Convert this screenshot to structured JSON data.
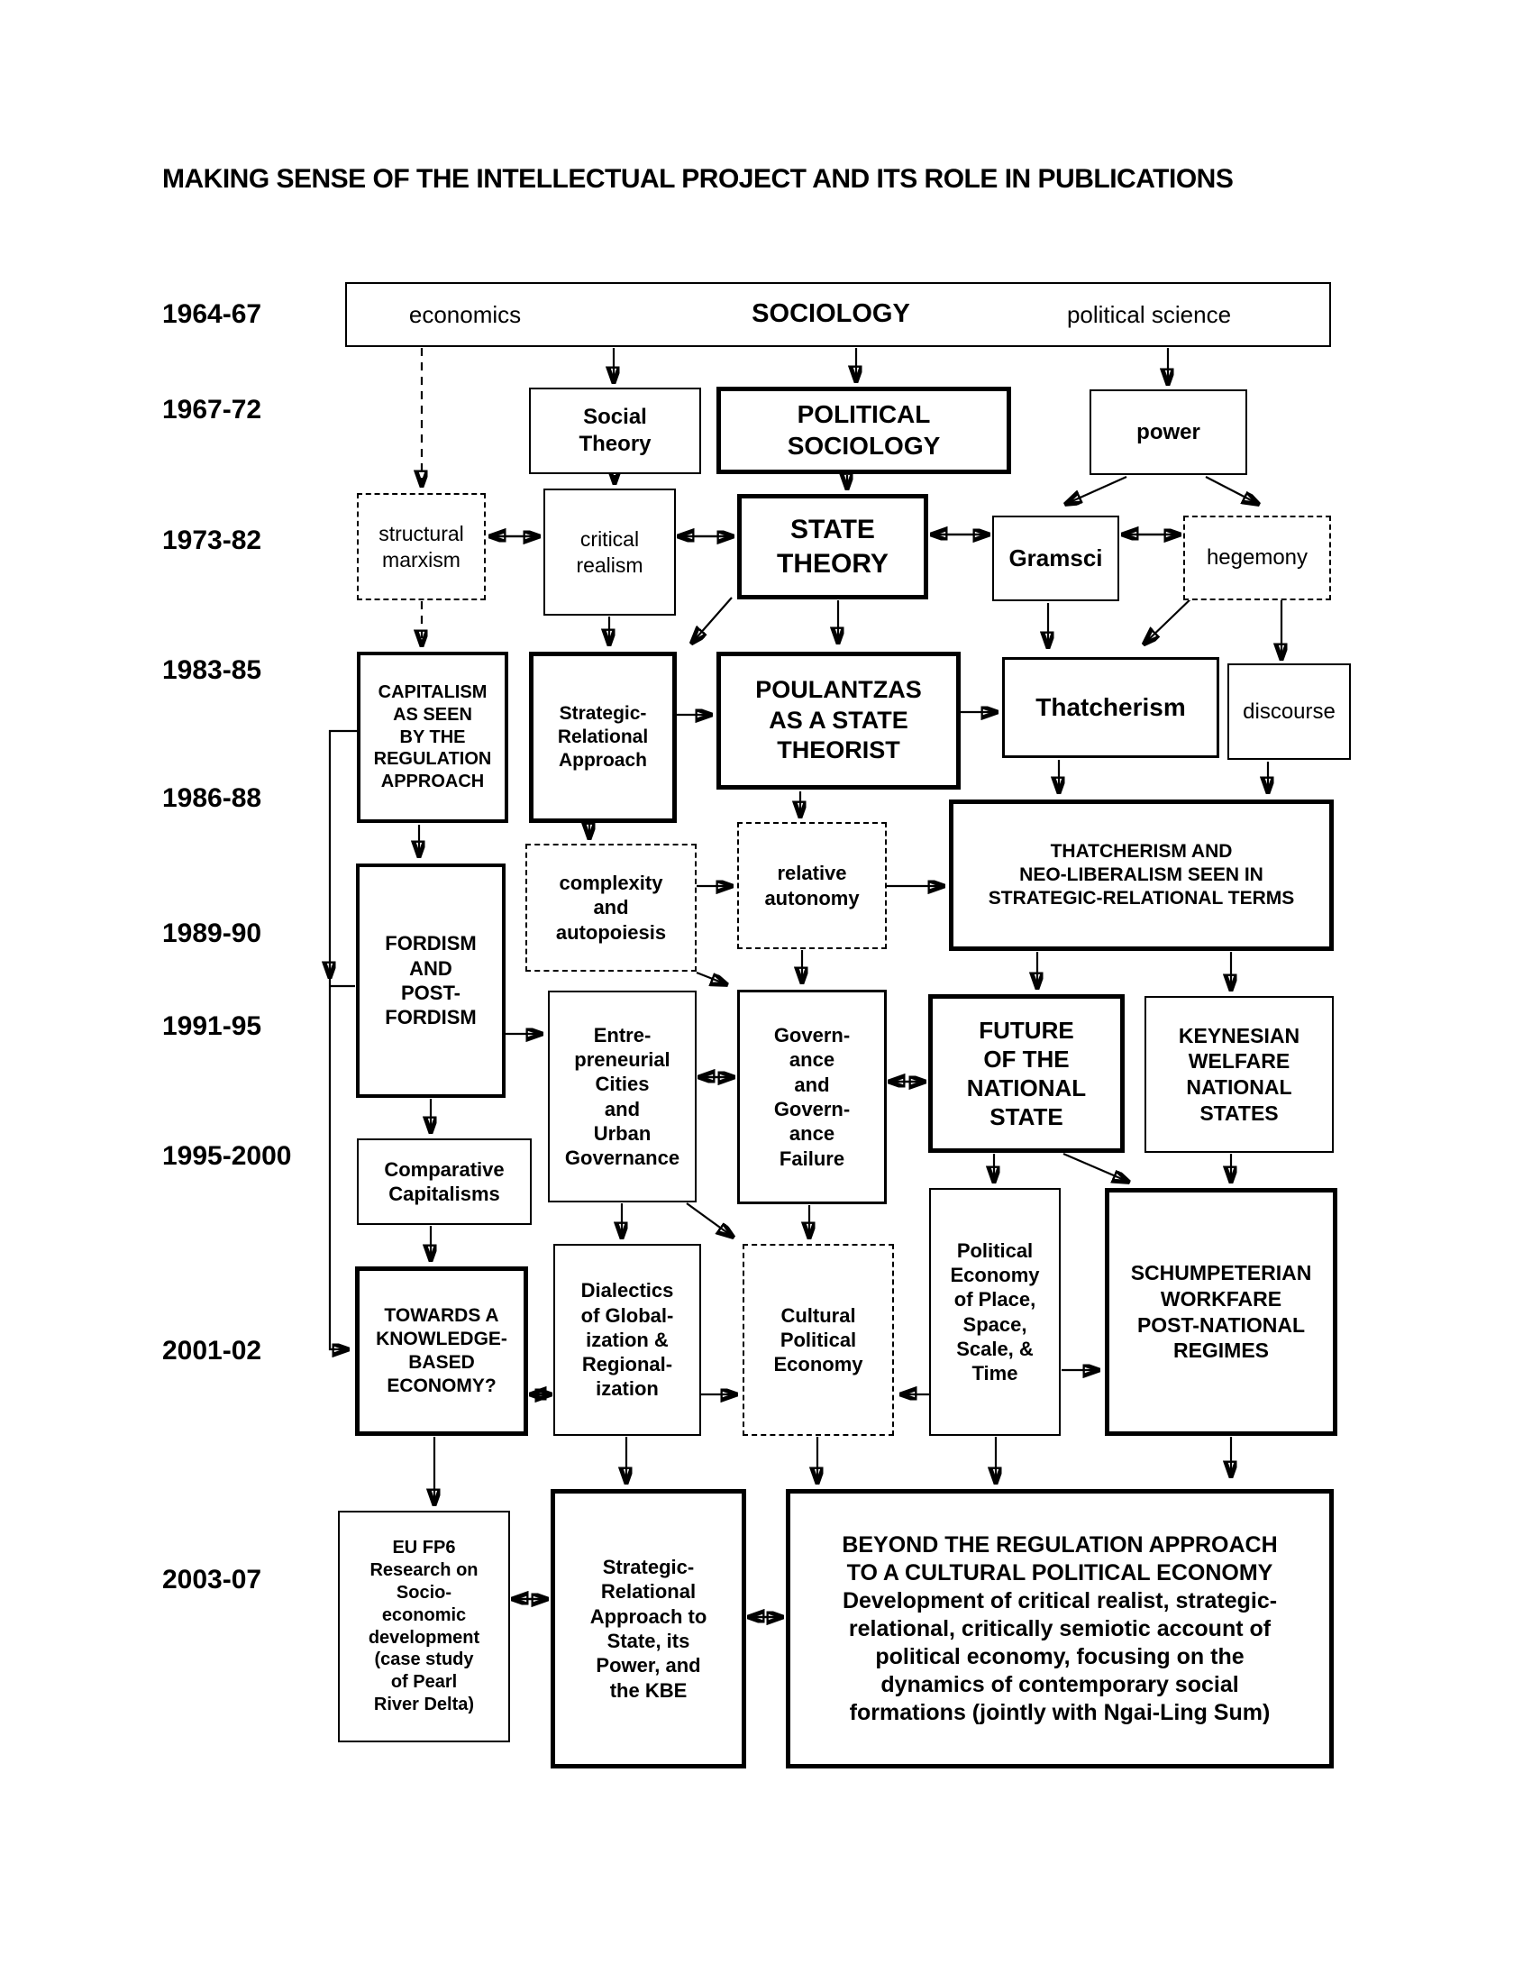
{
  "title": "MAKING SENSE OF THE INTELLECTUAL PROJECT AND ITS ROLE IN PUBLICATIONS",
  "years": [
    "1964-67",
    "1967-72",
    "1973-82",
    "1983-85",
    "1986-88",
    "1989-90",
    "1991-95",
    "1995-2000",
    "2001-02",
    "2003-07"
  ],
  "disciplines": {
    "economics": "economics",
    "sociology": "SOCIOLOGY",
    "political_science": "political science"
  },
  "nodes": {
    "social_theory": {
      "label": "Social\nTheory"
    },
    "political_sociology": {
      "label": "POLITICAL\nSOCIOLOGY"
    },
    "power": {
      "label": "power"
    },
    "structural_marxism": {
      "label": "structural\nmarxism"
    },
    "critical_realism": {
      "label": "critical\nrealism"
    },
    "state_theory": {
      "label": "STATE\nTHEORY"
    },
    "gramsci": {
      "label": "Gramsci"
    },
    "hegemony": {
      "label": "hegemony"
    },
    "capitalism_regulation": {
      "label": "CAPITALISM\nAS SEEN\nBY THE\nREGULATION\nAPPROACH"
    },
    "strategic_relational": {
      "label": "Strategic-\nRelational\nApproach"
    },
    "poulantzas": {
      "label": "POULANTZAS\nAS A STATE\nTHEORIST"
    },
    "thatcherism": {
      "label": "Thatcherism"
    },
    "discourse": {
      "label": "discourse"
    },
    "thatcherism_neoliberalism": {
      "label": "THATCHERISM AND\nNEO-LIBERALISM SEEN IN\nSTRATEGIC-RELATIONAL TERMS"
    },
    "complexity_autopoiesis": {
      "label": "complexity\nand\nautopoiesis"
    },
    "relative_autonomy": {
      "label": "relative\nautonomy"
    },
    "fordism": {
      "label": "FORDISM\nAND\nPOST-\nFORDISM"
    },
    "entrepreneurial_cities": {
      "label": "Entre-\npreneurial\nCities\nand\nUrban\nGovernance"
    },
    "governance_failure": {
      "label": "Govern-\nance\nand\nGovern-\nance\nFailure"
    },
    "future_national_state": {
      "label": "FUTURE\nOF THE\nNATIONAL\nSTATE"
    },
    "keynesian_welfare": {
      "label": "KEYNESIAN\nWELFARE\nNATIONAL\nSTATES"
    },
    "comparative_capitalisms": {
      "label": "Comparative\nCapitalisms"
    },
    "political_economy_place": {
      "label": "Political\nEconomy\nof Place,\nSpace,\nScale, &\nTime"
    },
    "schumpeterian_workfare": {
      "label": "SCHUMPETERIAN\nWORKFARE\nPOST-NATIONAL\nREGIMES"
    },
    "towards_kbe": {
      "label": "TOWARDS A\nKNOWLEDGE-\nBASED\nECONOMY?"
    },
    "dialectics_globalization": {
      "label": "Dialectics\nof Global-\nization &\nRegional-\nization"
    },
    "cultural_political_economy": {
      "label": "Cultural\nPolitical\nEconomy"
    },
    "eu_fp6": {
      "label": "EU FP6\nResearch on\nSocio-\neconomic\ndevelopment\n(case study\nof Pearl\nRiver Delta)"
    },
    "sra_state_kbe": {
      "label": "Strategic-\nRelational\nApproach to\nState, its\nPower, and\nthe KBE"
    },
    "beyond_regulation": {
      "label": "BEYOND THE REGULATION APPROACH\nTO A CULTURAL POLITICAL ECONOMY\nDevelopment of critical realist, strategic-\nrelational, critically semiotic account of\npolitical economy, focusing on the\ndynamics of contemporary social\nformations (jointly with Ngai-Ling Sum)"
    }
  }
}
